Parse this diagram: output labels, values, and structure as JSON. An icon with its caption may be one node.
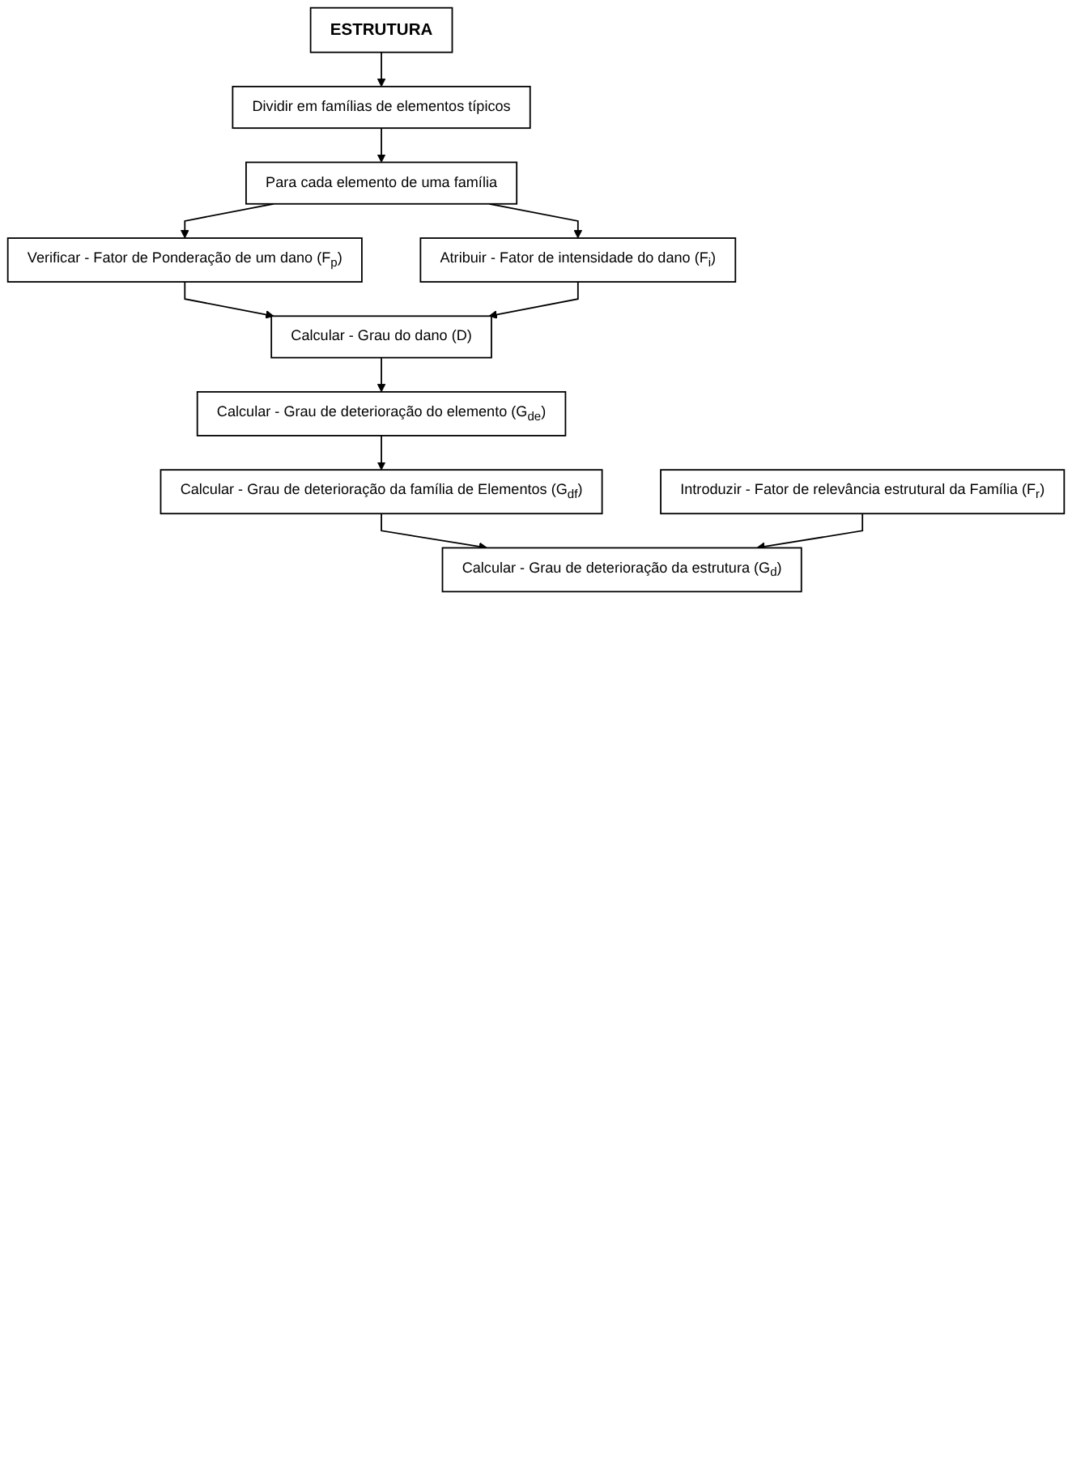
{
  "diagram": {
    "nodes": [
      {
        "text": [
          "ESTRUTURA"
        ]
      },
      {
        "text": [
          "Dividir em famílias de elementos típicos"
        ]
      },
      {
        "text": [
          "Para cada elemento de uma família"
        ]
      },
      {
        "text": [
          "Verificar - Fator de Ponderação de um dano (F$_{p}$)"
        ]
      },
      {
        "text": [
          "Atribuir - Fator de intensidade do dano (F$_{i}$)"
        ]
      },
      {
        "text": [
          "Calcular - Grau do dano (D)"
        ]
      },
      {
        "text": [
          "Calcular - Grau de deterioração do elemento (G$_{de}$)"
        ]
      },
      {
        "text": [
          "Calcular - Grau de deterioração da família de Elementos (G$_{df}$)"
        ]
      },
      {
        "text": [
          "Introduzir - Fator de relevância estrutural da Família (F$_{r}$)"
        ]
      },
      {
        "text": [
          "Calcular - Grau de deterioração da estrutura (G$_{d}$)"
        ]
      }
    ],
    "edges": [
      {
        "from": 0,
        "to": 1,
        "arrow": "to"
      },
      {
        "from": 1,
        "to": 2,
        "arrow": "to"
      },
      {
        "from": 2,
        "to": 3,
        "arrow": "to"
      },
      {
        "from": 2,
        "to": 4,
        "arrow": "to"
      },
      {
        "from": 3,
        "to": 5,
        "arrow": "to"
      },
      {
        "from": 4,
        "to": 5,
        "arrow": "to"
      },
      {
        "from": 5,
        "to": 6,
        "arrow": "to"
      },
      {
        "from": 6,
        "to": 7,
        "arrow": "to"
      },
      {
        "from": 7,
        "to": 9,
        "arrow": "to"
      },
      {
        "from": 8,
        "to": 9,
        "arrow": "to"
      }
    ]
  }
}
